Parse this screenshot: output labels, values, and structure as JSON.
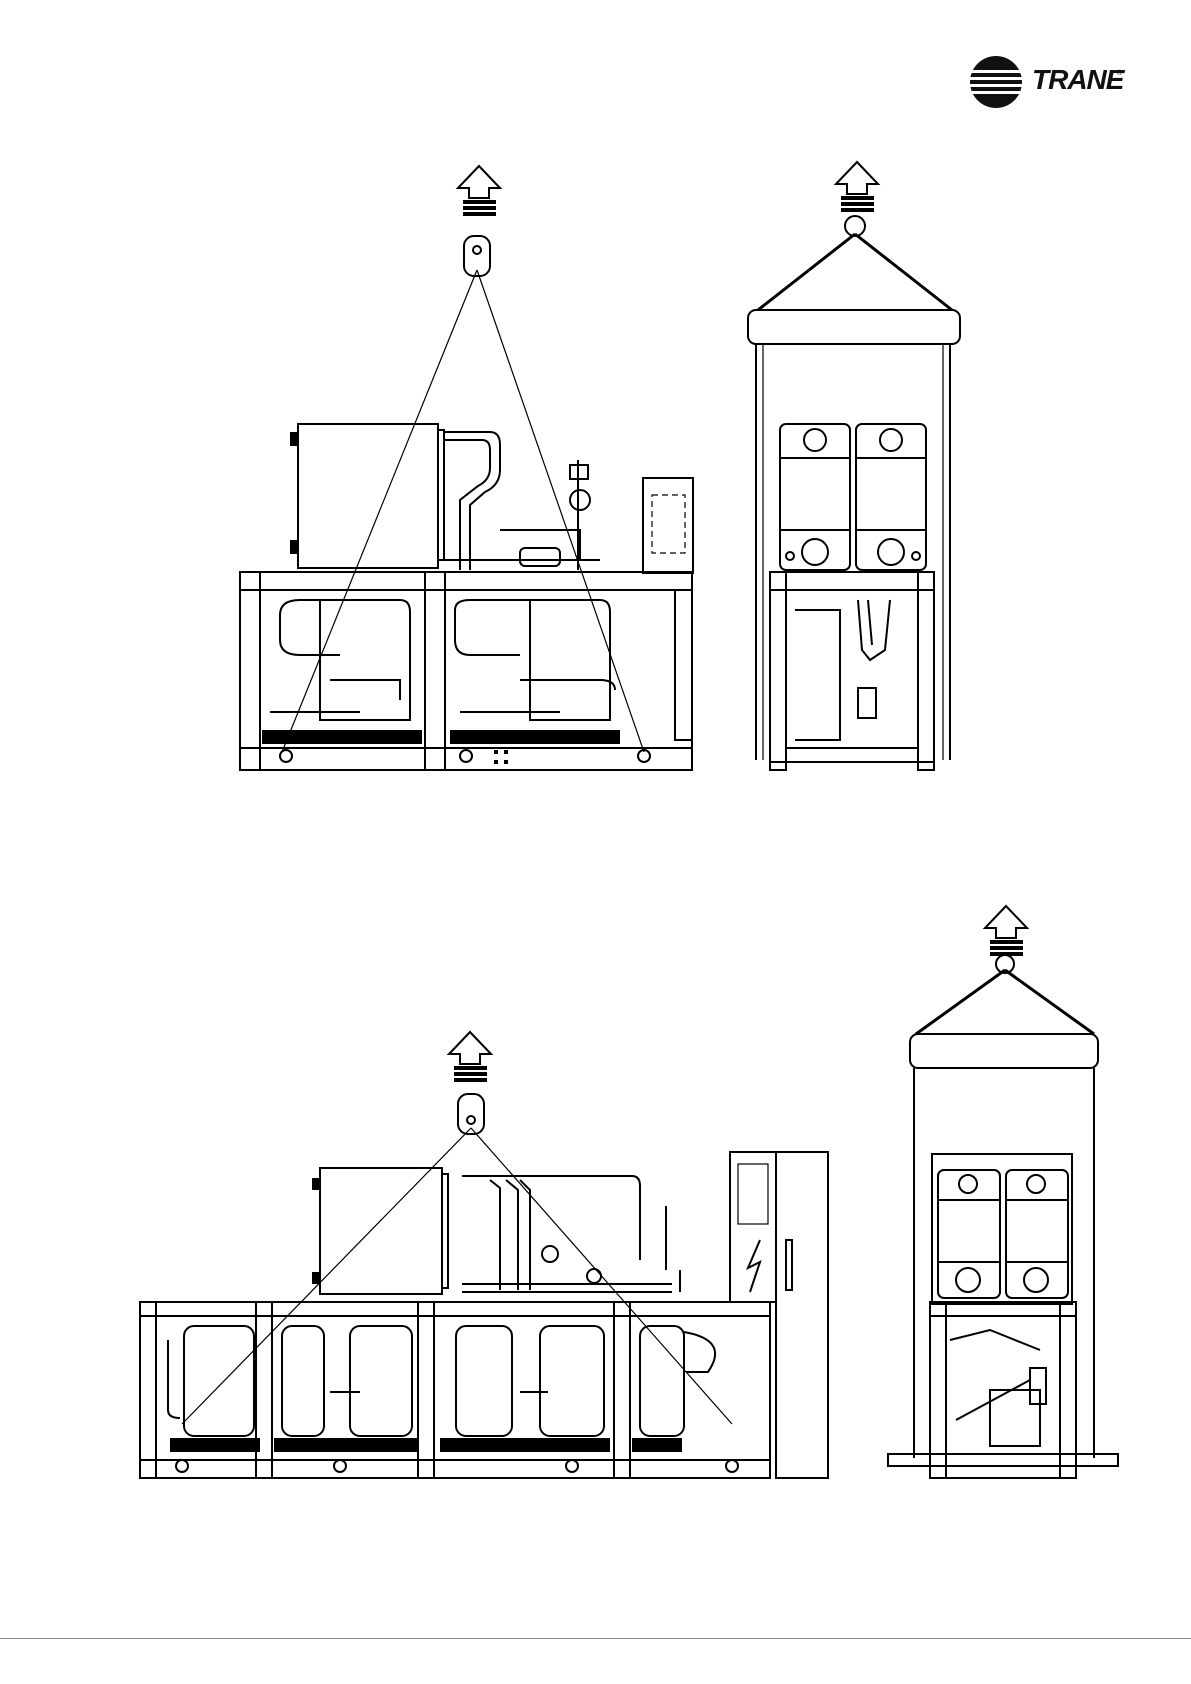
{
  "brand": {
    "name": "TRANE",
    "registered_mark": "®",
    "color": "#111111"
  },
  "figures": [
    {
      "name": "unit-small-side-view",
      "icon": "lift-arrow-icon"
    },
    {
      "name": "unit-small-end-view",
      "icon": "lift-arrow-icon"
    },
    {
      "name": "unit-large-side-view",
      "icon": "lift-arrow-icon"
    },
    {
      "name": "unit-large-end-view",
      "icon": "lift-arrow-icon"
    }
  ]
}
